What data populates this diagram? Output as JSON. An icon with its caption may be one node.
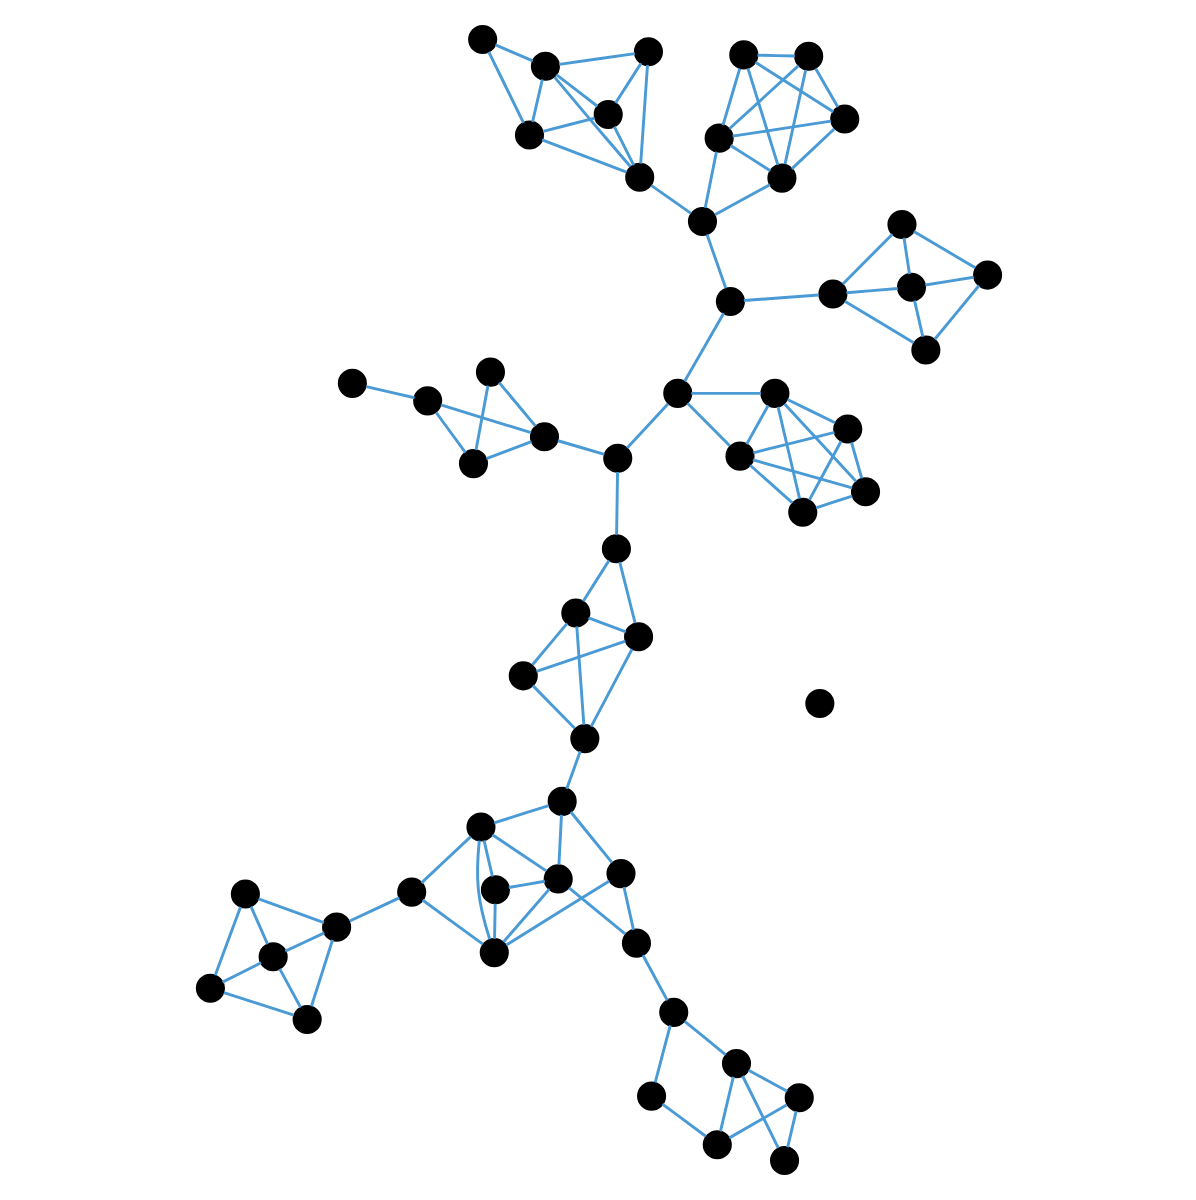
{
  "diagram": {
    "nodes": [
      {
        "text": [],
        "shape": "circle"
      },
      {
        "text": [],
        "shape": "circle"
      },
      {
        "text": [],
        "shape": "circle"
      },
      {
        "text": [],
        "shape": "circle"
      },
      {
        "text": [],
        "shape": "circle"
      },
      {
        "text": [],
        "shape": "circle"
      },
      {
        "text": [],
        "shape": "circle"
      },
      {
        "text": [],
        "shape": "circle"
      },
      {
        "text": [],
        "shape": "circle"
      },
      {
        "text": [],
        "shape": "circle"
      },
      {
        "text": [],
        "shape": "circle"
      },
      {
        "text": [],
        "shape": "circle"
      },
      {
        "text": [],
        "shape": "circle"
      },
      {
        "text": [],
        "shape": "circle"
      },
      {
        "text": [],
        "shape": "circle"
      },
      {
        "text": [],
        "shape": "circle"
      },
      {
        "text": [],
        "shape": "circle"
      },
      {
        "text": [],
        "shape": "circle"
      },
      {
        "text": [],
        "shape": "circle"
      },
      {
        "text": [],
        "shape": "circle"
      },
      {
        "text": [],
        "shape": "circle"
      },
      {
        "text": [],
        "shape": "circle"
      },
      {
        "text": [],
        "shape": "circle"
      },
      {
        "text": [],
        "shape": "circle"
      },
      {
        "text": [],
        "shape": "circle"
      },
      {
        "text": [],
        "shape": "circle"
      },
      {
        "text": [],
        "shape": "circle"
      },
      {
        "text": [],
        "shape": "circle"
      },
      {
        "text": [],
        "shape": "circle"
      },
      {
        "text": [],
        "shape": "circle"
      },
      {
        "text": [],
        "shape": "circle"
      },
      {
        "text": [],
        "shape": "circle"
      },
      {
        "text": [],
        "shape": "circle"
      },
      {
        "text": [],
        "shape": "circle"
      },
      {
        "text": [],
        "shape": "circle"
      },
      {
        "text": [],
        "shape": "circle"
      },
      {
        "text": [],
        "shape": "circle"
      },
      {
        "text": [],
        "shape": "circle"
      },
      {
        "text": [],
        "shape": "circle"
      },
      {
        "text": [],
        "shape": "circle"
      },
      {
        "text": [],
        "shape": "circle"
      },
      {
        "text": [],
        "shape": "circle"
      },
      {
        "text": [],
        "shape": "circle"
      },
      {
        "text": [],
        "shape": "circle"
      },
      {
        "text": [],
        "shape": "circle"
      },
      {
        "text": [],
        "shape": "circle"
      },
      {
        "text": [],
        "shape": "circle"
      },
      {
        "text": [],
        "shape": "circle"
      },
      {
        "text": [],
        "shape": "circle"
      },
      {
        "text": [],
        "shape": "circle"
      },
      {
        "text": [],
        "shape": "circle"
      },
      {
        "text": [],
        "shape": "circle"
      },
      {
        "text": [],
        "shape": "circle"
      },
      {
        "text": [],
        "shape": "circle"
      },
      {
        "text": [],
        "shape": "circle"
      }
    ],
    "edges": [
      {
        "from": 0,
        "to": 1,
        "arrow": "none"
      },
      {
        "from": 1,
        "to": 2,
        "arrow": "none"
      },
      {
        "from": 2,
        "to": 3,
        "arrow": "none"
      },
      {
        "from": 4,
        "to": 0,
        "arrow": "none"
      },
      {
        "from": 4,
        "to": 1,
        "arrow": "none"
      },
      {
        "from": 4,
        "to": 2,
        "arrow": "none"
      },
      {
        "from": 4,
        "to": 10,
        "arrow": "none"
      },
      {
        "from": 5,
        "to": 6,
        "arrow": "none"
      },
      {
        "from": 5,
        "to": 7,
        "arrow": "none"
      },
      {
        "from": 5,
        "to": 8,
        "arrow": "none"
      },
      {
        "from": 6,
        "to": 7,
        "arrow": "none"
      },
      {
        "from": 7,
        "to": 8,
        "arrow": "none"
      },
      {
        "from": 5,
        "to": 9,
        "arrow": "none"
      },
      {
        "from": 6,
        "to": 9,
        "arrow": "none"
      },
      {
        "from": 7,
        "to": 9,
        "arrow": "none"
      },
      {
        "from": 9,
        "to": 17,
        "arrow": "none"
      },
      {
        "from": 8,
        "to": 10,
        "arrow": "none"
      },
      {
        "from": 10,
        "to": 16,
        "arrow": "none"
      },
      {
        "from": 11,
        "to": 12,
        "arrow": "none"
      },
      {
        "from": 11,
        "to": 13,
        "arrow": "none"
      },
      {
        "from": 11,
        "to": 14,
        "arrow": "none"
      },
      {
        "from": 11,
        "to": 15,
        "arrow": "none"
      },
      {
        "from": 12,
        "to": 13,
        "arrow": "none"
      },
      {
        "from": 12,
        "to": 14,
        "arrow": "none"
      },
      {
        "from": 12,
        "to": 15,
        "arrow": "none"
      },
      {
        "from": 13,
        "to": 14,
        "arrow": "none"
      },
      {
        "from": 13,
        "to": 15,
        "arrow": "none"
      },
      {
        "from": 14,
        "to": 15,
        "arrow": "none"
      },
      {
        "from": 16,
        "to": 13,
        "arrow": "none"
      },
      {
        "from": 16,
        "to": 15,
        "arrow": "none"
      },
      {
        "from": 16,
        "to": 31,
        "arrow": "none"
      },
      {
        "from": 23,
        "to": 24,
        "arrow": "none"
      },
      {
        "from": 23,
        "to": 26,
        "arrow": "none"
      },
      {
        "from": 23,
        "to": 27,
        "arrow": "none"
      },
      {
        "from": 24,
        "to": 26,
        "arrow": "none"
      },
      {
        "from": 24,
        "to": 25,
        "arrow": "none"
      },
      {
        "from": 25,
        "to": 27,
        "arrow": "none"
      },
      {
        "from": 26,
        "to": 25,
        "arrow": "none"
      },
      {
        "from": 26,
        "to": 27,
        "arrow": "none"
      },
      {
        "from": 27,
        "to": 31,
        "arrow": "none"
      },
      {
        "from": 31,
        "to": 43,
        "arrow": "none"
      },
      {
        "from": 36,
        "to": 38,
        "arrow": "none"
      },
      {
        "from": 36,
        "to": 39,
        "arrow": "none"
      },
      {
        "from": 37,
        "to": 38,
        "arrow": "none"
      },
      {
        "from": 38,
        "to": 39,
        "arrow": "none"
      },
      {
        "from": 37,
        "to": 40,
        "arrow": "none"
      },
      {
        "from": 37,
        "to": 41,
        "arrow": "none"
      },
      {
        "from": 38,
        "to": 40,
        "arrow": "none"
      },
      {
        "from": 38,
        "to": 41,
        "arrow": "none"
      },
      {
        "from": 39,
        "to": 40,
        "arrow": "none"
      },
      {
        "from": 39,
        "to": 41,
        "arrow": "none"
      },
      {
        "from": 40,
        "to": 41,
        "arrow": "none"
      },
      {
        "from": 43,
        "to": 40,
        "arrow": "none"
      },
      {
        "from": 43,
        "to": 49,
        "arrow": "none"
      },
      {
        "from": 43,
        "to": 50,
        "arrow": "none"
      },
      {
        "from": 49,
        "to": 50,
        "arrow": "none"
      },
      {
        "from": 49,
        "to": 51,
        "arrow": "none"
      },
      {
        "from": 49,
        "to": 52,
        "arrow": "none"
      },
      {
        "from": 49,
        "to": 53,
        "arrow": "none"
      },
      {
        "from": 50,
        "to": 52,
        "arrow": "none"
      },
      {
        "from": 50,
        "to": 53,
        "arrow": "none"
      },
      {
        "from": 50,
        "to": 51,
        "arrow": "none"
      },
      {
        "from": 52,
        "to": 51,
        "arrow": "none"
      },
      {
        "from": 52,
        "to": 53,
        "arrow": "none"
      },
      {
        "from": 53,
        "to": 51,
        "arrow": "none"
      },
      {
        "from": 17,
        "to": 29,
        "arrow": "none"
      },
      {
        "from": 17,
        "to": 30,
        "arrow": "none"
      },
      {
        "from": 17,
        "to": 28,
        "arrow": "none"
      },
      {
        "from": 29,
        "to": 33,
        "arrow": "none"
      },
      {
        "from": 29,
        "to": 34,
        "arrow": "none"
      },
      {
        "from": 29,
        "to": 30,
        "arrow": "none"
      },
      {
        "from": 29,
        "to": 32,
        "arrow": "none"
      },
      {
        "from": 30,
        "to": 35,
        "arrow": "none"
      },
      {
        "from": 28,
        "to": 35,
        "arrow": "none"
      },
      {
        "from": 28,
        "to": 34,
        "arrow": "none"
      },
      {
        "from": 30,
        "to": 33,
        "arrow": "none"
      },
      {
        "from": 30,
        "to": 34,
        "arrow": "none"
      },
      {
        "from": 33,
        "to": 34,
        "arrow": "none"
      },
      {
        "from": 34,
        "to": 32,
        "arrow": "none"
      },
      {
        "from": 32,
        "to": 22,
        "arrow": "none"
      },
      {
        "from": 35,
        "to": 42,
        "arrow": "none"
      },
      {
        "from": 22,
        "to": 18,
        "arrow": "none"
      },
      {
        "from": 22,
        "to": 20,
        "arrow": "none"
      },
      {
        "from": 22,
        "to": 21,
        "arrow": "none"
      },
      {
        "from": 18,
        "to": 19,
        "arrow": "none"
      },
      {
        "from": 18,
        "to": 20,
        "arrow": "none"
      },
      {
        "from": 20,
        "to": 19,
        "arrow": "none"
      },
      {
        "from": 19,
        "to": 21,
        "arrow": "none"
      },
      {
        "from": 20,
        "to": 21,
        "arrow": "none"
      },
      {
        "from": 42,
        "to": 44,
        "arrow": "none"
      },
      {
        "from": 44,
        "to": 45,
        "arrow": "none"
      },
      {
        "from": 45,
        "to": 46,
        "arrow": "none"
      },
      {
        "from": 46,
        "to": 47,
        "arrow": "none"
      },
      {
        "from": 42,
        "to": 48,
        "arrow": "none"
      },
      {
        "from": 45,
        "to": 48,
        "arrow": "none"
      },
      {
        "from": 46,
        "to": 48,
        "arrow": "none"
      },
      {
        "from": 47,
        "to": 48,
        "arrow": "none"
      }
    ]
  }
}
